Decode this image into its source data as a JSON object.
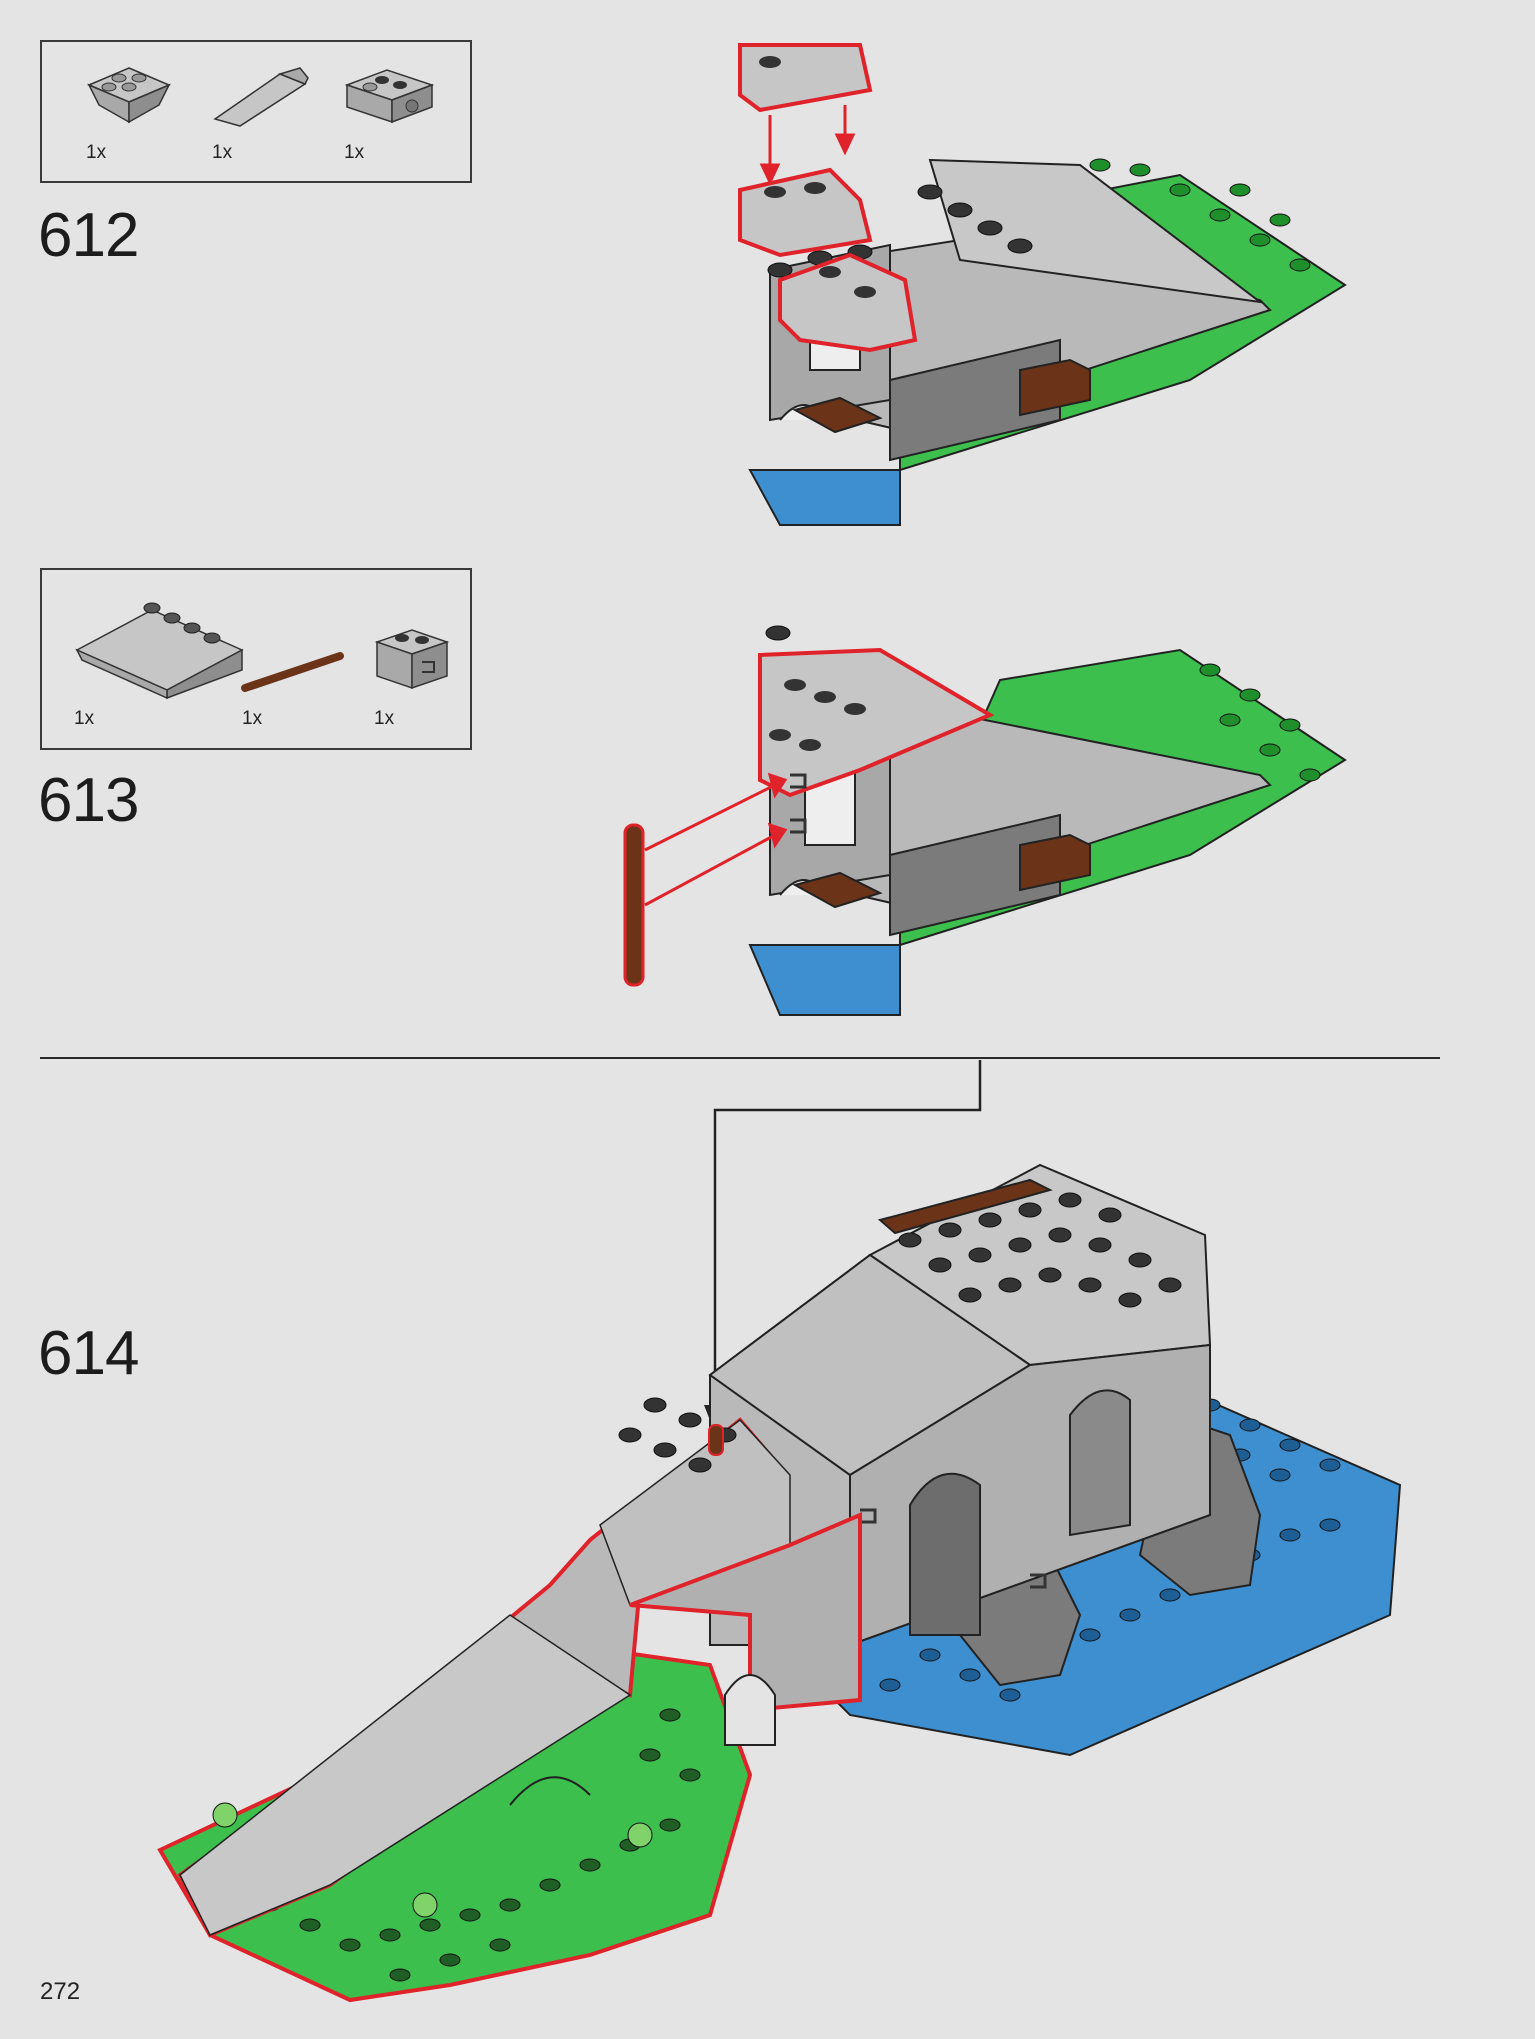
{
  "page_number": "272",
  "steps": [
    {
      "number": "612",
      "parts": [
        {
          "name": "inverted-slope-brick",
          "quantity": "1x"
        },
        {
          "name": "slope-brick",
          "quantity": "1x"
        },
        {
          "name": "technic-brick-with-hole",
          "quantity": "1x"
        }
      ]
    },
    {
      "number": "613",
      "parts": [
        {
          "name": "slope-brick-large",
          "quantity": "1x"
        },
        {
          "name": "brown-bar",
          "quantity": "1x"
        },
        {
          "name": "brick-with-clip",
          "quantity": "1x"
        }
      ]
    },
    {
      "number": "614",
      "parts": []
    }
  ],
  "colors": {
    "background": "#e4e4e4",
    "highlight": "#e0232b",
    "brick_gray": "#b9b9b9",
    "dark_gray": "#7b7b7b",
    "green": "#3cbf4c",
    "blue": "#3d8fd0",
    "brown": "#6b3419"
  }
}
